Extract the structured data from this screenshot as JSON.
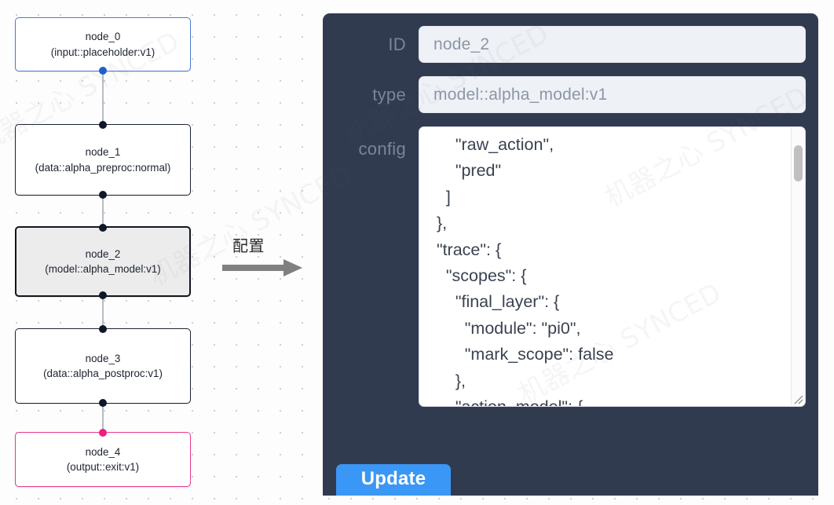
{
  "canvas": {
    "grid_dot_color": "#c9ced6",
    "background": "#fdfdfd",
    "nodes": [
      {
        "id": "node_0",
        "title": "node_0",
        "subtitle": "(input::placeholder:v1)",
        "role": "input",
        "border_color": "#4a7ad6",
        "port_color": "#1f5fd0",
        "selected": false
      },
      {
        "id": "node_1",
        "title": "node_1",
        "subtitle": "(data::alpha_preproc:normal)",
        "role": "data",
        "border_color": "#1c2333",
        "port_color": "#11172a",
        "selected": false
      },
      {
        "id": "node_2",
        "title": "node_2",
        "subtitle": "(model::alpha_model:v1)",
        "role": "model",
        "border_color": "#12161f",
        "port_color": "#11172a",
        "selected": true
      },
      {
        "id": "node_3",
        "title": "node_3",
        "subtitle": "(data::alpha_postproc:v1)",
        "role": "data",
        "border_color": "#1c2333",
        "port_color": "#11172a",
        "selected": false
      },
      {
        "id": "node_4",
        "title": "node_4",
        "subtitle": "(output::exit:v1)",
        "role": "output",
        "border_color": "#e8398f",
        "port_color": "#ec1f7e",
        "selected": false
      }
    ]
  },
  "annotation": {
    "label": "配置",
    "arrow_color": "#808080",
    "arrow_icon": "arrow-right-icon"
  },
  "panel": {
    "background": "#313b50",
    "fields": [
      {
        "label": "ID",
        "value": "node_2"
      },
      {
        "label": "type",
        "value": "model::alpha_model:v1"
      }
    ],
    "config": {
      "label": "config",
      "text": "      \"raw_action\",\n      \"pred\"\n    ]\n  },\n  \"trace\": {\n    \"scopes\": {\n      \"final_layer\": {\n        \"module\": \"pi0\",\n        \"mark_scope\": false\n      },\n      \"action_model\": {",
      "scrollbar": "vertical-scrollbar",
      "scroll_thumb_position": "near-top",
      "resize_handle": "resize-grip-icon"
    },
    "update_button": {
      "label": "Update",
      "color": "#3b97f5"
    }
  },
  "watermark": {
    "text": "机器之心 SYNCED"
  }
}
